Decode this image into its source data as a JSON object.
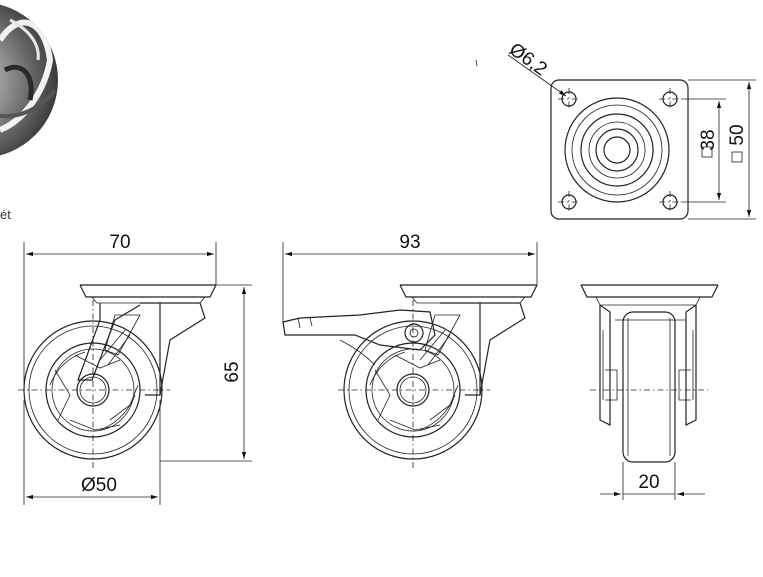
{
  "fragment_text": "ét",
  "dimensions": {
    "hole_diameter": "Ø6,2",
    "plate_inner_square": "38",
    "plate_outer_square": "50",
    "front_width": "70",
    "front_wheel_diameter": "Ø50",
    "height": "65",
    "brake_length": "93",
    "wheel_width": "20"
  }
}
